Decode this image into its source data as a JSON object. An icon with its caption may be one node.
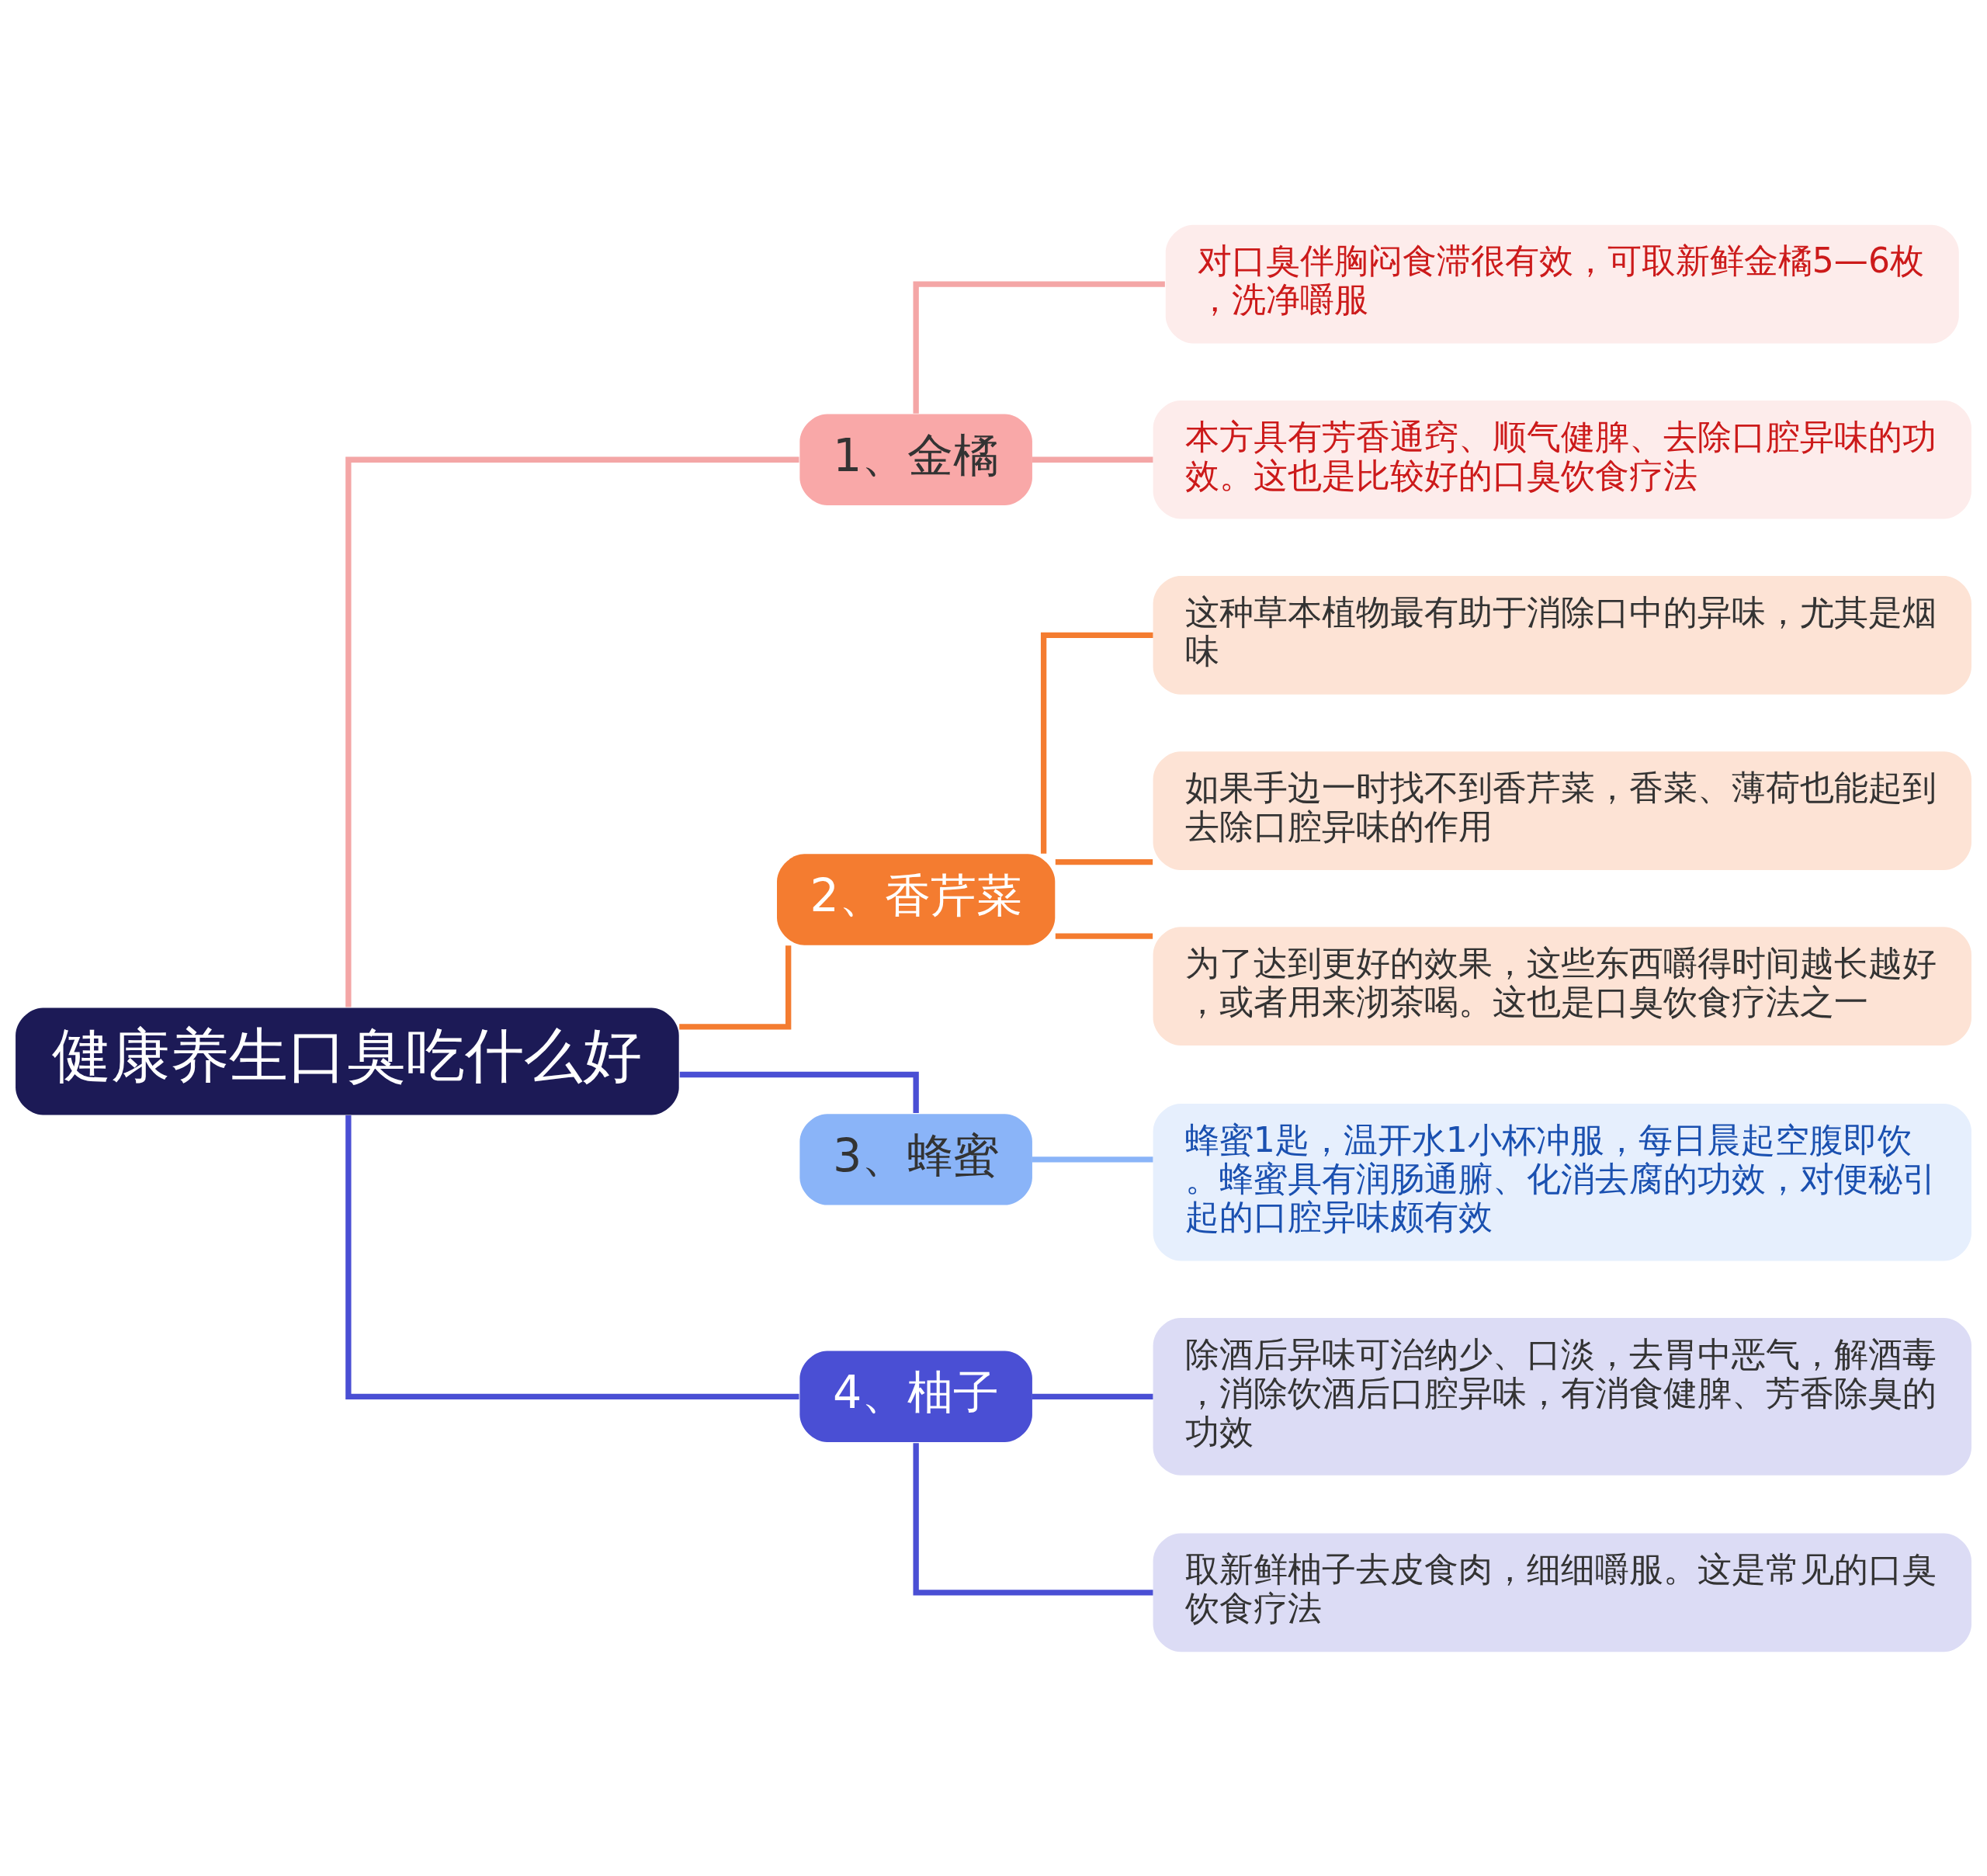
{
  "diagram": {
    "nodes": [
      {
        "text": [
          "健康养生口臭吃什么好"
        ]
      },
      {
        "text": [
          "1、金橘"
        ]
      },
      {
        "text": [
          "对口臭伴胸闷食滞很有效，可取新鲜金橘5—6枚，洗净嚼服"
        ]
      },
      {
        "text": [
          "本方具有芳香通窍、顺气健脾、去除口腔异味的功效。这也是比较好的口臭饮食疗法"
        ]
      },
      {
        "text": [
          "2、香芹菜"
        ]
      },
      {
        "text": [
          "这种草本植物最有助于消除口中的异味，尤其是烟味"
        ]
      },
      {
        "text": [
          "如果手边一时找不到香芹菜，香菜、薄荷也能起到去除口腔异味的作用"
        ]
      },
      {
        "text": [
          "为了达到更好的效果，这些东西嚼得时间越长越好，或者用来沏茶喝。这也是口臭饮食疗法之一"
        ]
      },
      {
        "text": [
          "3、蜂蜜"
        ]
      },
      {
        "text": [
          "蜂蜜1匙，温开水1小杯冲服，每日晨起空腹即饮。蜂蜜具有润肠通腑、化消去腐的功效，对便秘引起的口腔异味颇有效"
        ]
      },
      {
        "text": [
          "4、柚子"
        ]
      },
      {
        "text": [
          "除酒后异味可治纳少、口淡，去胃中恶气，解酒毒，消除饮酒后口腔异味，有消食健脾、芳香除臭的功效"
        ]
      },
      {
        "text": [
          "取新鲜柚子去皮食肉，细细嚼服。这是常见的口臭饮食疗法"
        ]
      }
    ],
    "edges": [
      {
        "from": 0,
        "to": 1,
        "arrow": "none",
        "color": "#f4a6a6"
      },
      {
        "from": 1,
        "to": 2,
        "arrow": "none",
        "color": "#f4a6a6"
      },
      {
        "from": 1,
        "to": 3,
        "arrow": "none",
        "color": "#f4a6a6"
      },
      {
        "from": 0,
        "to": 4,
        "arrow": "none",
        "color": "#f47c30"
      },
      {
        "from": 4,
        "to": 5,
        "arrow": "none",
        "color": "#f47c30"
      },
      {
        "from": 4,
        "to": 6,
        "arrow": "none",
        "color": "#f47c30"
      },
      {
        "from": 4,
        "to": 7,
        "arrow": "none",
        "color": "#f47c30"
      },
      {
        "from": 0,
        "to": 8,
        "arrow": "none",
        "color": "#4a4fd4"
      },
      {
        "from": 8,
        "to": 9,
        "arrow": "none",
        "color": "#8ab4f8"
      },
      {
        "from": 0,
        "to": 10,
        "arrow": "none",
        "color": "#4a4fd4"
      },
      {
        "from": 10,
        "to": 11,
        "arrow": "none",
        "color": "#4a4fd4"
      },
      {
        "from": 10,
        "to": 12,
        "arrow": "none",
        "color": "#4a4fd4"
      }
    ]
  }
}
